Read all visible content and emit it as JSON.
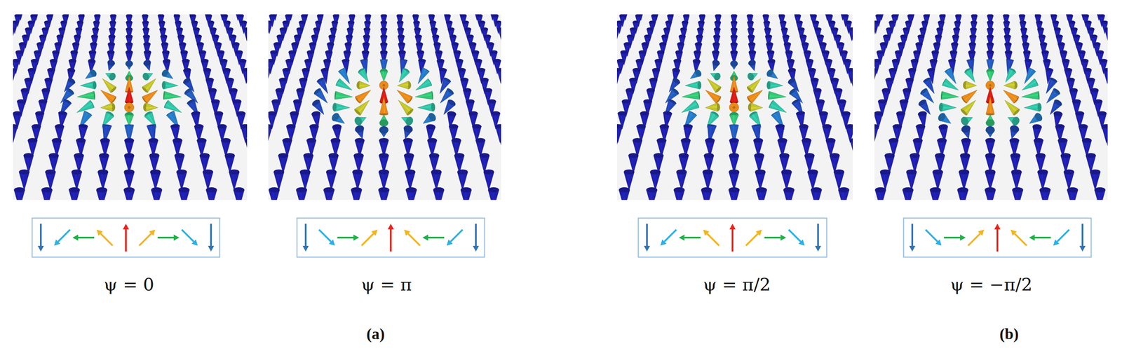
{
  "diagram": {
    "labels": [
      "ψ = 0",
      "ψ = π",
      "(a)",
      "ψ = π/2",
      "ψ = −π/2",
      "(b)"
    ]
  }
}
